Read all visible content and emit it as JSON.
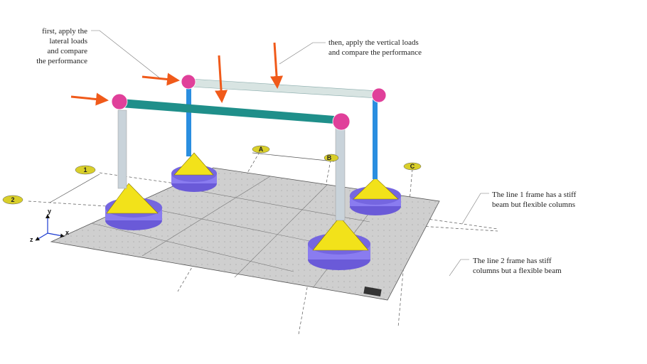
{
  "annotations": {
    "lateral": [
      "first, apply the",
      "lateral loads",
      "and compare",
      "the performance"
    ],
    "vertical": [
      "then, apply the vertical loads",
      "and compare the performance"
    ],
    "line1": [
      "The line 1 frame has a stiff",
      "beam but flexible columns"
    ],
    "line2": [
      "The line 2 frame has stiff",
      "columns but a flexible beam"
    ]
  },
  "grid_labels": {
    "row1": "1",
    "row2": "2",
    "colA": "A",
    "colB": "B",
    "colC": "C"
  },
  "axes": {
    "x": "x",
    "y": "y",
    "z": "z"
  },
  "colors": {
    "floor": "#c8c8c8",
    "base": "#8a7cf0",
    "gusset": "#f2e21a",
    "node": "#e0409a",
    "beam_flexible": "#1f8f8a",
    "beam_stiff": "#d8e4e2",
    "column_flexible": "#c9d3da",
    "column_stiff": "#2a8ee0",
    "load_arrow": "#f05a1a",
    "bubble": "#d9cf2a"
  }
}
